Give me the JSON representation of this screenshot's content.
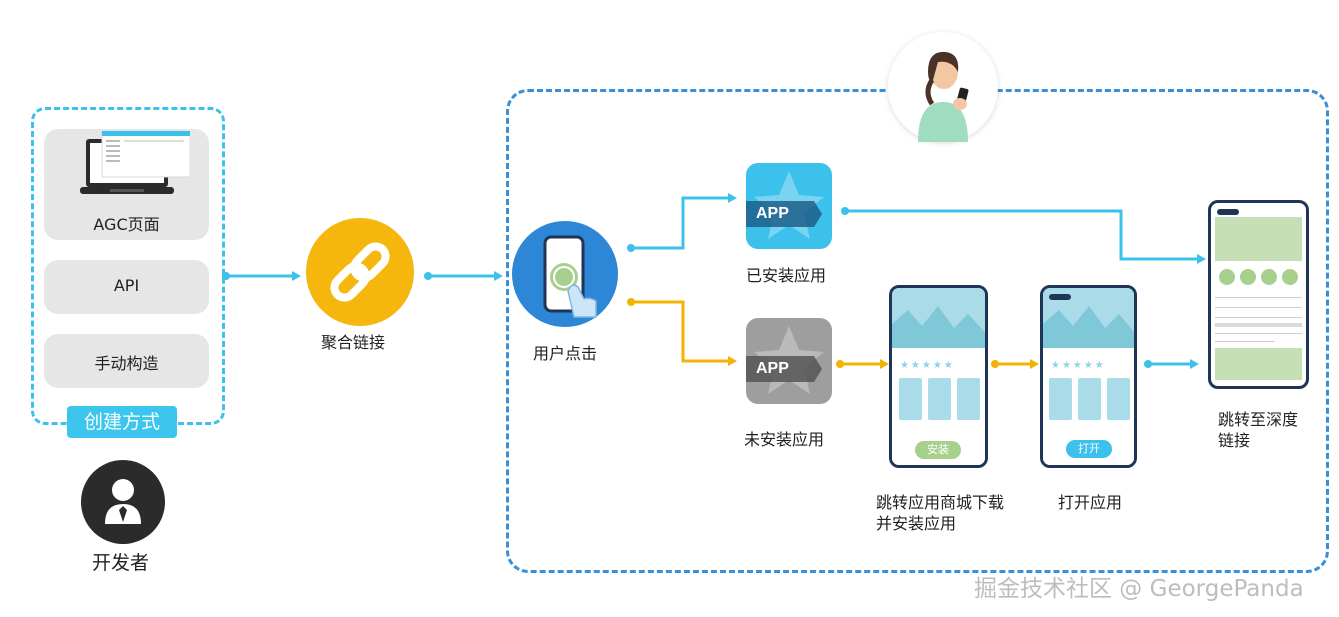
{
  "creation": {
    "cards": [
      "AGC页面",
      "API",
      "手动构造"
    ],
    "badge": "创建方式"
  },
  "developer": {
    "label": "开发者",
    "icon": "developer-avatar-icon"
  },
  "aggregate_link": {
    "label": "聚合链接",
    "icon": "link-chain-icon"
  },
  "user_click": {
    "label": "用户点击",
    "icon": "phone-tap-icon"
  },
  "installed": {
    "app_tag": "APP",
    "label": "已安装应用"
  },
  "not_installed": {
    "app_tag": "APP",
    "label": "未安装应用"
  },
  "store_phone": {
    "button": "安装",
    "label_line1": "跳转应用商城下载",
    "label_line2": "并安装应用"
  },
  "open_phone": {
    "button": "打开",
    "label": "打开应用"
  },
  "deeplink": {
    "label_line1": "跳转至深度",
    "label_line2": "链接"
  },
  "watermark": "掘金技术社区 @ GeorgePanda",
  "colors": {
    "accent_blue": "#3cc0ec",
    "dashed_border": "#3a8fd6",
    "path_installed": "#3cc0ec",
    "path_not_installed": "#f2b400",
    "link_circle": "#f5b70d",
    "user_circle": "#2e86d6",
    "phone_frame": "#1f3556",
    "install_button": "#a8d08d"
  }
}
